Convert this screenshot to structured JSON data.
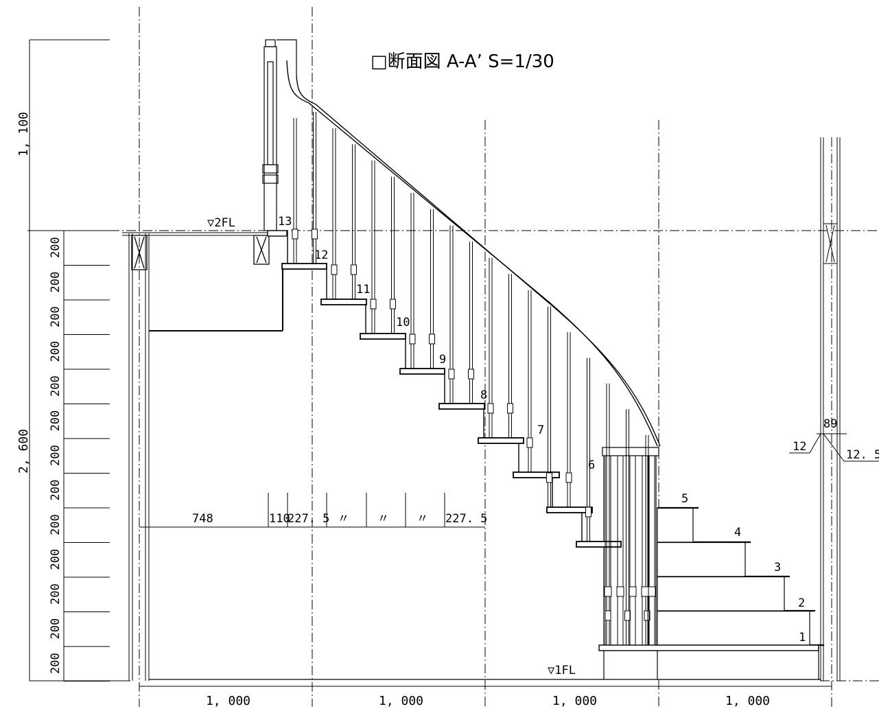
{
  "title": "□断面図 A-A’ S=1/30",
  "floor_labels": {
    "second": "▽2FL",
    "first": "▽1FL"
  },
  "left_dims": {
    "upper": "1, 100",
    "lower": "2, 600",
    "riser": "200",
    "riser_count": 13
  },
  "bottom_dims": [
    "1, 000",
    "1, 000",
    "1, 000",
    "1, 000"
  ],
  "run_dims": {
    "a": "748",
    "b": "110",
    "c": "227. 5",
    "d": "〃",
    "e": "〃",
    "f": "〃",
    "g": "227. 5"
  },
  "wall_dims": {
    "thickness": "89",
    "left": "12",
    "right": "12. 5"
  },
  "step_numbers": [
    "1",
    "2",
    "3",
    "4",
    "5",
    "6",
    "7",
    "8",
    "9",
    "10",
    "11",
    "12",
    "13"
  ]
}
